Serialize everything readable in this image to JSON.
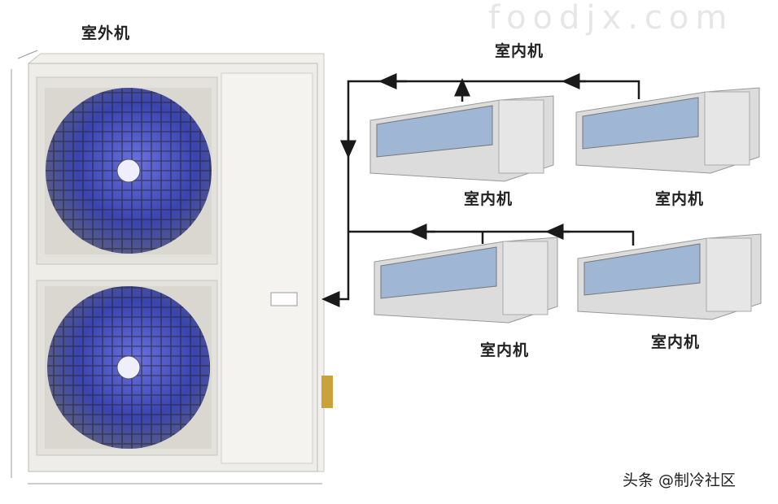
{
  "watermark": "foodjx.com",
  "outdoor_unit": {
    "label": "室外机"
  },
  "indoor_units": {
    "header_label": "室内机",
    "units": [
      {
        "label": "室内机"
      },
      {
        "label": "室内机"
      },
      {
        "label": "室内机"
      },
      {
        "label": "室内机"
      }
    ]
  },
  "credit": "头条 @制冷社区",
  "colors": {
    "pipe": "#1a1a1a",
    "unit_body": "#ecebe7",
    "fan_blue": "#4a55c8"
  }
}
